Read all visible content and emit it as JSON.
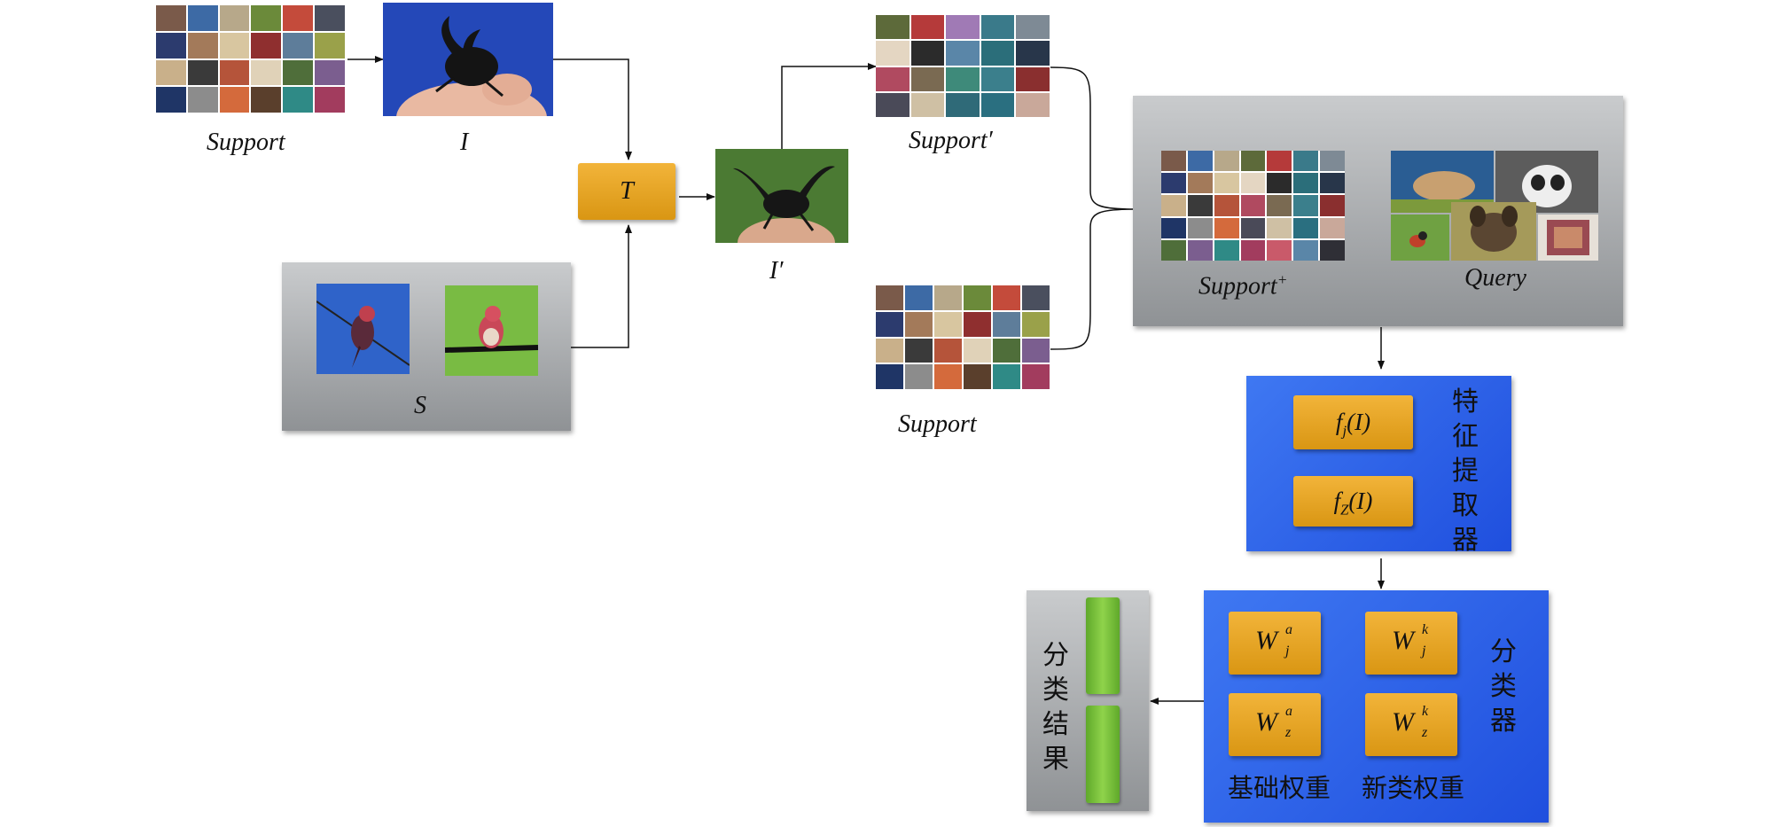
{
  "labels": {
    "support_top": "Support",
    "i": "I",
    "t": "T",
    "i_prime": "I′",
    "s": "S",
    "support_prime": "Support′",
    "support_bottom": "Support",
    "support_plus": "Support",
    "support_plus_sup": "+",
    "query": "Query"
  },
  "feature_extractor": {
    "title_chars": [
      "特",
      "征",
      "提",
      "取",
      "器"
    ],
    "f_j": {
      "f": "f",
      "sub": "j",
      "arg": "(I)"
    },
    "f_z": {
      "f": "f",
      "sub": "Z",
      "arg": "(I)"
    }
  },
  "classifier": {
    "title_chars": [
      "分",
      "类",
      "器"
    ],
    "w": "W",
    "w_aj": {
      "sup": "a",
      "sub": "j"
    },
    "w_kj": {
      "sup": "k",
      "sub": "j"
    },
    "w_az": {
      "sup": "a",
      "sub": "z"
    },
    "w_kz": {
      "sup": "k",
      "sub": "z"
    },
    "base_weights": "基础权重",
    "novel_weights": "新类权重"
  },
  "result": {
    "title_chars": [
      "分",
      "类",
      "结",
      "果"
    ]
  },
  "colors": {
    "orange": "#e8a526",
    "blue": "#2a5fe8",
    "green": "#6fbf35",
    "gray": "#a9abad"
  }
}
